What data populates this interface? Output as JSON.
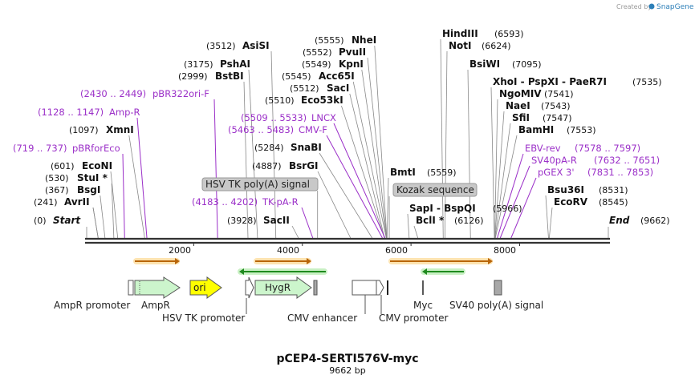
{
  "credit": "Created by",
  "brand": "SnapGene",
  "title": "pCEP4-SERTI576V-myc",
  "subtitle": "9662 bp",
  "total_bp": 9662,
  "ends": {
    "start": {
      "name": "Start",
      "pos": "(0)"
    },
    "end": {
      "name": "End",
      "pos": "(9662)"
    }
  },
  "ticks": [
    "2000",
    "4000",
    "6000",
    "8000"
  ],
  "tick_values": [
    2000,
    4000,
    6000,
    8000
  ],
  "enzymes": [
    {
      "name": "AvrII",
      "pos": "(241)",
      "bp": 241
    },
    {
      "name": "BsgI",
      "pos": "(367)",
      "bp": 367
    },
    {
      "name": "StuI *",
      "pos": "(530)",
      "bp": 530
    },
    {
      "name": "EcoNI",
      "pos": "(601)",
      "bp": 601
    },
    {
      "name": "XmnI",
      "pos": "(1097)",
      "bp": 1097
    },
    {
      "name": "BstBI",
      "pos": "(2999)",
      "bp": 2999
    },
    {
      "name": "PshAI",
      "pos": "(3175)",
      "bp": 3175
    },
    {
      "name": "AsiSI",
      "pos": "(3512)",
      "bp": 3512
    },
    {
      "name": "SacII",
      "pos": "(3928)",
      "bp": 3928
    },
    {
      "name": "BsrGI",
      "pos": "(4887)",
      "bp": 4887
    },
    {
      "name": "SnaBI",
      "pos": "(5284)",
      "bp": 5284
    },
    {
      "name": "Eco53kI",
      "pos": "(5510)",
      "bp": 5510
    },
    {
      "name": "SacI",
      "pos": "(5512)",
      "bp": 5512
    },
    {
      "name": "Acc65I",
      "pos": "(5545)",
      "bp": 5545
    },
    {
      "name": "KpnI",
      "pos": "(5549)",
      "bp": 5549
    },
    {
      "name": "PvuII",
      "pos": "(5552)",
      "bp": 5552
    },
    {
      "name": "NheI",
      "pos": "(5555)",
      "bp": 5555
    },
    {
      "name": "BmtI",
      "pos": "(5559)",
      "bp": 5559
    },
    {
      "name": "SapI - BspQI",
      "pos": "(5966)",
      "bp": 5966
    },
    {
      "name": "BclI *",
      "pos": "(6126)",
      "bp": 6126
    },
    {
      "name": "HindIII",
      "pos": "(6593)",
      "bp": 6593
    },
    {
      "name": "NotI",
      "pos": "(6624)",
      "bp": 6624
    },
    {
      "name": "BsiWI",
      "pos": "(7095)",
      "bp": 7095
    },
    {
      "name": "XhoI - PspXI - PaeR7I",
      "pos": "(7535)",
      "bp": 7535
    },
    {
      "name": "NgoMIV",
      "pos": "(7541)",
      "bp": 7541
    },
    {
      "name": "NaeI",
      "pos": "(7543)",
      "bp": 7543
    },
    {
      "name": "SfiI",
      "pos": "(7547)",
      "bp": 7547
    },
    {
      "name": "BamHI",
      "pos": "(7553)",
      "bp": 7553
    },
    {
      "name": "Bsu36I",
      "pos": "(8531)",
      "bp": 8531
    },
    {
      "name": "EcoRV",
      "pos": "(8545)",
      "bp": 8545
    }
  ],
  "primers": [
    {
      "range": "(719 .. 737)",
      "name": "pBRforEco",
      "bp": 728
    },
    {
      "range": "(1128 .. 1147)",
      "name": "Amp-R",
      "bp": 1138
    },
    {
      "range": "(2430 .. 2449)",
      "name": "pBR322ori-F",
      "bp": 2440
    },
    {
      "range": "(4183 .. 4202)",
      "name": "TK-pA-R",
      "bp": 4192
    },
    {
      "range": "(5463 .. 5483)",
      "name": "CMV-F",
      "bp": 5473
    },
    {
      "range": "(5509 .. 5533)",
      "name": "LNCX",
      "bp": 5521
    },
    {
      "name": "EBV-rev",
      "range": "(7578 .. 7597)",
      "bp": 7588
    },
    {
      "name": "SV40pA-R",
      "range": "(7632 .. 7651)",
      "bp": 7642
    },
    {
      "name": "pGEX 3'",
      "range": "(7831 .. 7853)",
      "bp": 7842
    }
  ],
  "boxed_features": [
    {
      "label": "HSV TK poly(A) signal",
      "bp": 4280
    },
    {
      "label": "Kozak sequence",
      "bp": 5600
    }
  ],
  "features": [
    {
      "label": "AmpR promoter",
      "kind": "promoter-box"
    },
    {
      "label": "AmpR",
      "kind": "cds",
      "color": "#ccf5cc"
    },
    {
      "label": "ori",
      "kind": "ori",
      "color": "#ffff00"
    },
    {
      "label": "HSV TK promoter",
      "kind": "promoter"
    },
    {
      "label": "HygR",
      "kind": "cds",
      "color": "#ccf5cc"
    },
    {
      "label": "CMV enhancer",
      "kind": "enhancer"
    },
    {
      "label": "CMV promoter",
      "kind": "promoter"
    },
    {
      "label": "Myc",
      "kind": "tag"
    },
    {
      "label": "SV40 poly(A) signal",
      "kind": "polyA",
      "color": "#a8a8a8"
    }
  ],
  "colors": {
    "enzyme_line": "#888888",
    "primer": "#9b30c8",
    "orf_orange": "#f5a623",
    "orf_green": "#2e9e2e",
    "backbone": "#333333"
  }
}
